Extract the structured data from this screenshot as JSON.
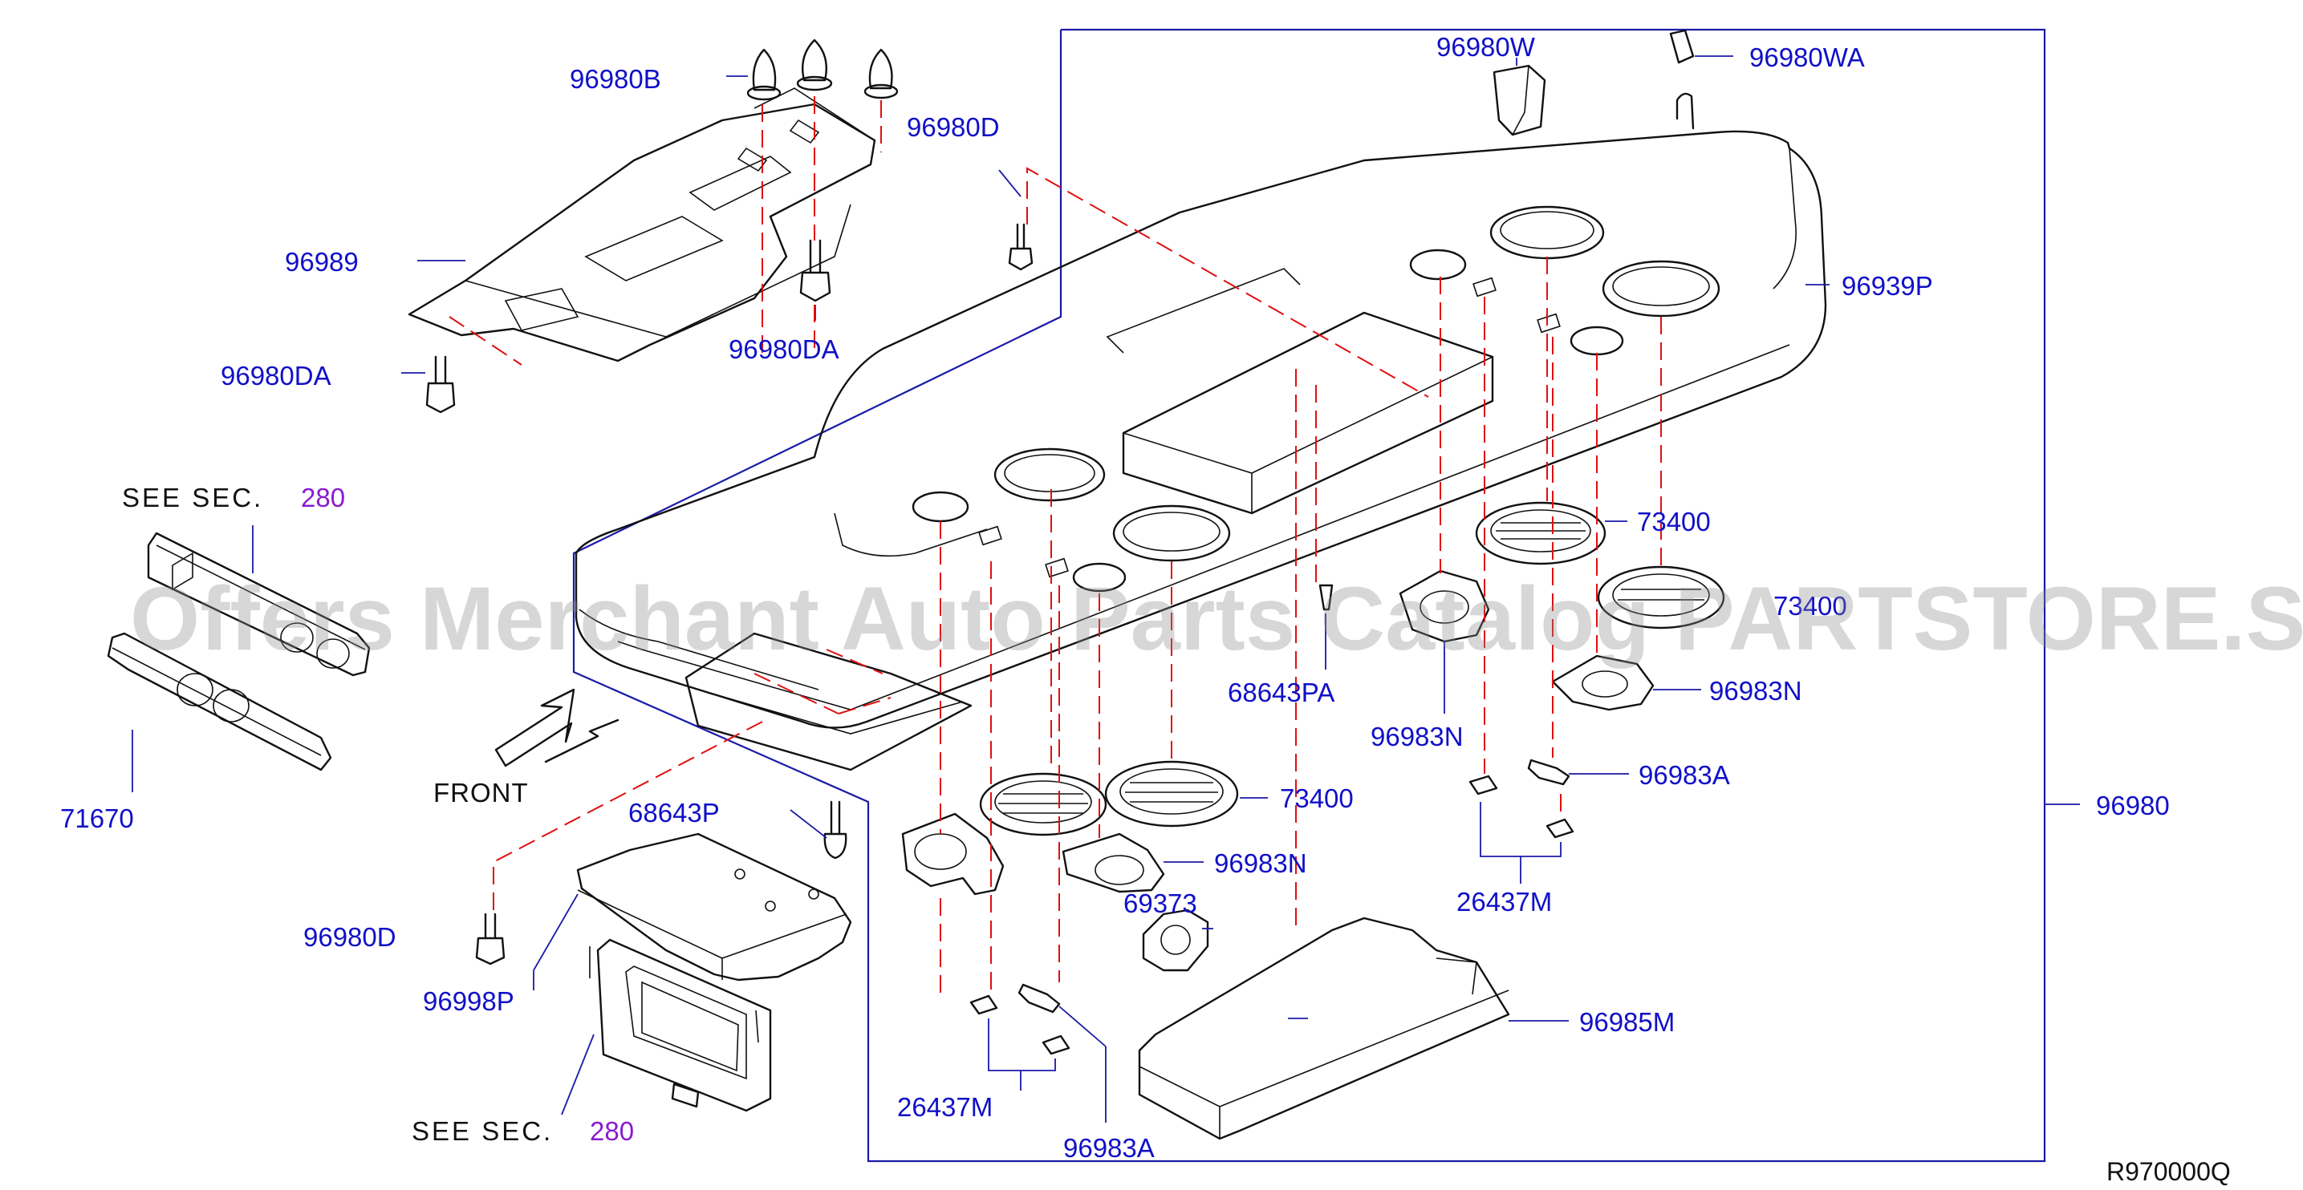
{
  "labels": {
    "p96980B": "96980B",
    "p96980D_top": "96980D",
    "p96989": "96989",
    "p96980DA_left": "96980DA",
    "p96980DA_mid": "96980DA",
    "p96980W": "96980W",
    "p96980WA": "96980WA",
    "p96939P": "96939P",
    "p73400_a": "73400",
    "p73400_b": "73400",
    "p73400_c": "73400",
    "p68643PA": "68643PA",
    "p96983N_a": "96983N",
    "p96983N_b": "96983N",
    "p96983N_c": "96983N",
    "p96983A_a": "96983A",
    "p96983A_b": "96983A",
    "p96980": "96980",
    "p26437M_a": "26437M",
    "p26437M_b": "26437M",
    "p68643P": "68643P",
    "p96980D_bottom": "96980D",
    "p96998P": "96998P",
    "p69373": "69373",
    "p96985M": "96985M",
    "p71670": "71670",
    "front": "FRONT"
  },
  "see_sec": {
    "top_text": "SEE  SEC.",
    "top_num": "280",
    "bottom_text": "SEE  SEC.",
    "bottom_num": "280"
  },
  "watermark": "Offers Merchant Auto Parts Catalog PARTSTORE.SA",
  "reference": "R970000Q",
  "colors": {
    "label": "#1010c8",
    "section_ref": "#8a1ad0",
    "dashed_guide": "#e01010",
    "frame": "#1a1aa8"
  }
}
